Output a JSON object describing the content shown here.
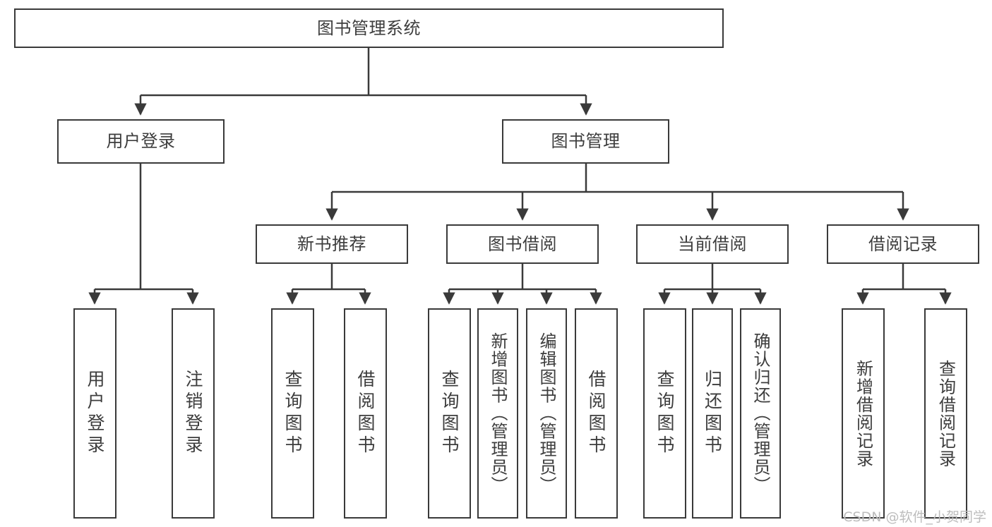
{
  "diagram": {
    "title": "图书管理系统",
    "type": "hierarchy-tree",
    "root": {
      "id": "root",
      "label": "图书管理系统"
    },
    "level2": [
      {
        "id": "user-login",
        "label": "用户登录"
      },
      {
        "id": "book-manage",
        "label": "图书管理"
      }
    ],
    "level3": [
      {
        "id": "new-book-recommend",
        "label": "新书推荐",
        "parent": "book-manage"
      },
      {
        "id": "book-borrow",
        "label": "图书借阅",
        "parent": "book-manage"
      },
      {
        "id": "current-borrow",
        "label": "当前借阅",
        "parent": "book-manage"
      },
      {
        "id": "borrow-record",
        "label": "借阅记录",
        "parent": "book-manage"
      }
    ],
    "leaves": [
      {
        "id": "leaf-user-login",
        "label": "用户登录",
        "parent": "user-login"
      },
      {
        "id": "leaf-logout",
        "label": "注销登录",
        "parent": "user-login"
      },
      {
        "id": "leaf-query-book-1",
        "label": "查询图书",
        "parent": "new-book-recommend"
      },
      {
        "id": "leaf-borrow-book-1",
        "label": "借阅图书",
        "parent": "new-book-recommend"
      },
      {
        "id": "leaf-query-book-2",
        "label": "查询图书",
        "parent": "book-borrow"
      },
      {
        "id": "leaf-add-book",
        "label": "新增图书（管理员）",
        "parent": "book-borrow"
      },
      {
        "id": "leaf-edit-book",
        "label": "编辑图书（管理员）",
        "parent": "book-borrow"
      },
      {
        "id": "leaf-borrow-book-2",
        "label": "借阅图书",
        "parent": "book-borrow"
      },
      {
        "id": "leaf-query-book-3",
        "label": "查询图书",
        "parent": "current-borrow"
      },
      {
        "id": "leaf-return-book",
        "label": "归还图书",
        "parent": "current-borrow"
      },
      {
        "id": "leaf-confirm-return",
        "label": "确认归还（管理员）",
        "parent": "current-borrow"
      },
      {
        "id": "leaf-add-record",
        "label": "新增借阅记录",
        "parent": "borrow-record"
      },
      {
        "id": "leaf-query-record",
        "label": "查询借阅记录",
        "parent": "borrow-record"
      }
    ]
  },
  "watermark": {
    "text": "CSDN @软件_小贺同学"
  },
  "colors": {
    "stroke": "#3a3a3a",
    "text": "#3d3d3d",
    "background": "#ffffff",
    "watermark": "#bdbdbd"
  }
}
